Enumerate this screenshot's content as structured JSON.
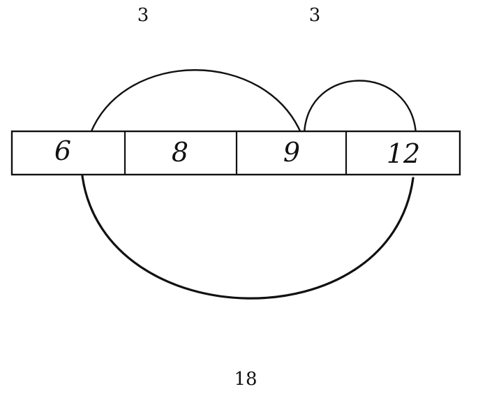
{
  "cells": [
    "6",
    "8",
    "9",
    "12"
  ],
  "arc_labels": {
    "top_left": "3",
    "top_right": "3",
    "bottom": "18"
  }
}
